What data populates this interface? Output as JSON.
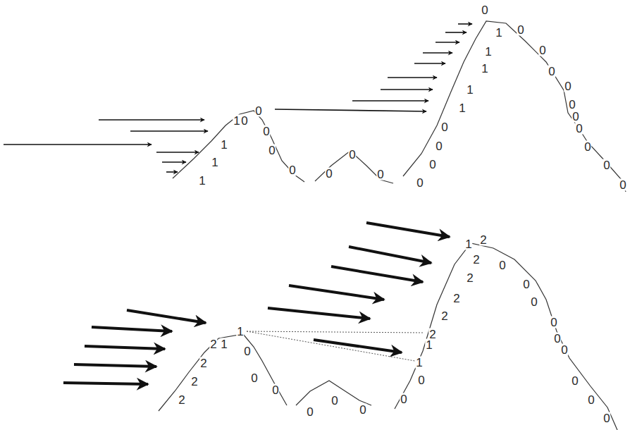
{
  "diagram": {
    "labels": [
      "1",
      "0",
      "0",
      "0",
      "1",
      "0",
      "1",
      "0",
      "1",
      "0",
      "0",
      "0",
      "0",
      "1",
      "0",
      "1",
      "1",
      "0",
      "0",
      "1",
      "0",
      "1",
      "0",
      "0",
      "0",
      "0",
      "0",
      "0",
      "0",
      "0",
      "0",
      "0",
      "2",
      "1",
      "1",
      "0",
      "2",
      "0",
      "2",
      "0",
      "2",
      "0",
      "0",
      "0",
      "1",
      "2",
      "2",
      "0",
      "2",
      "0",
      "2",
      "0",
      "2",
      "0",
      "2",
      "1",
      "0",
      "0",
      "1",
      "0",
      "0",
      "0",
      "0",
      "0"
    ]
  }
}
